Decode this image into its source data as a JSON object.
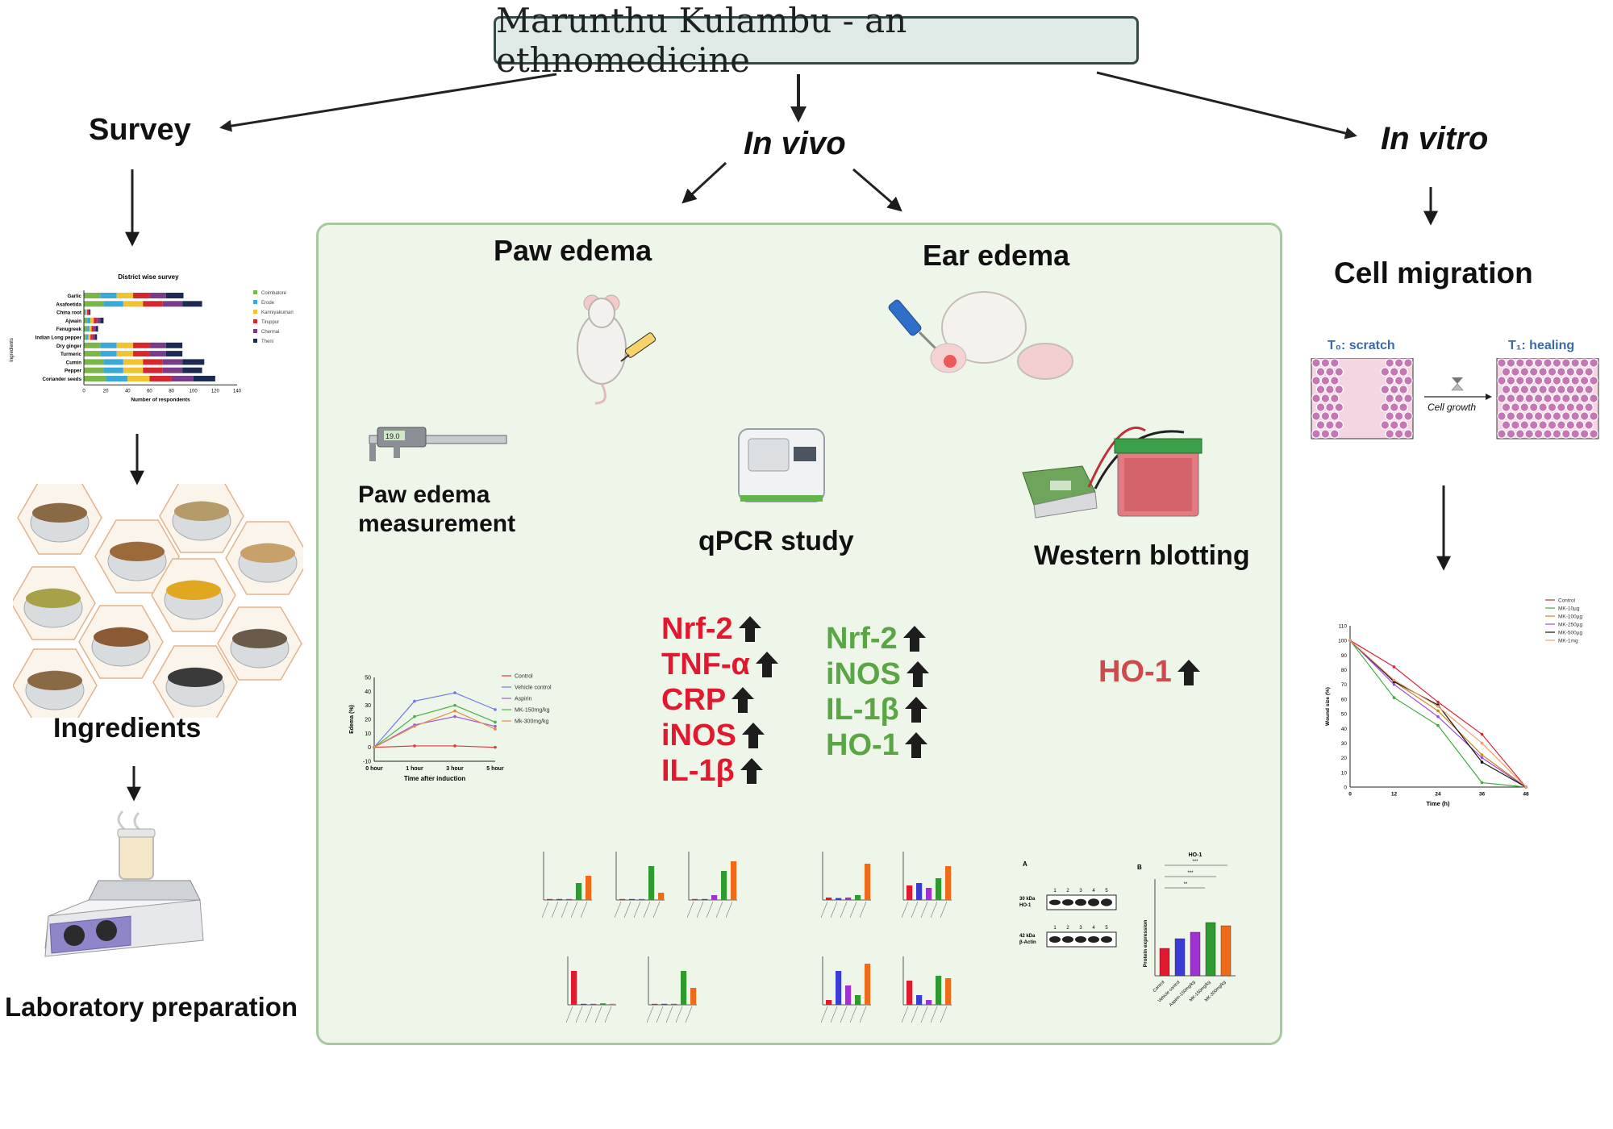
{
  "title": "Marunthu Kulambu - an ethnomedicine",
  "branches": {
    "survey": "Survey",
    "in_vivo": "In vivo",
    "in_vitro": "In vitro"
  },
  "survey": {
    "ingredients": "Ingredients",
    "lab_prep": "Laboratory preparation",
    "chart": {
      "title": "District wise survey",
      "xlabel": "Number of respondents",
      "ylabel": "Ingredients",
      "categories": [
        "Garlic",
        "Asafoetida",
        "China root",
        "Ajwain",
        "Fenugreek",
        "Indian Long pepper",
        "Dry ginger",
        "Turmeric",
        "Cumin",
        "Pepper",
        "Coriander seeds"
      ],
      "xticks": [
        "0",
        "20",
        "40",
        "60",
        "80",
        "100",
        "120",
        "140"
      ],
      "legend": [
        "Coimbatore",
        "Erode",
        "Kanniyakumari",
        "Tiruppur",
        "Chennai",
        "Theni"
      ],
      "colors": [
        "#7ab648",
        "#3aa8d8",
        "#f2c230",
        "#d8262f",
        "#7a3b8a",
        "#1d2a55"
      ]
    }
  },
  "in_vivo": {
    "paw_edema": "Paw edema",
    "ear_edema": "Ear edema",
    "paw_measure_line1": "Paw edema",
    "paw_measure_line2": "measurement",
    "qpcr": "qPCR study",
    "western": "Western blotting",
    "caliper_reading": "19.0",
    "paw_markers": [
      "Nrf-2",
      "TNF-α",
      "CRP",
      "iNOS",
      "IL-1β"
    ],
    "ear_markers": [
      "Nrf-2",
      "iNOS",
      "IL-1β",
      "HO-1"
    ],
    "wb_marker": "HO-1",
    "edema_chart": {
      "ylabel": "Edema (%)",
      "xlabel": "Time after induction",
      "x": [
        "0 hour",
        "1 hour",
        "3 hour",
        "5 hour"
      ],
      "yticks": [
        "50",
        "40",
        "30",
        "20",
        "10",
        "0",
        "-10"
      ],
      "ylim": [
        -10,
        50
      ],
      "series": [
        {
          "name": "Control",
          "color": "#e03a3a",
          "values": [
            0,
            1,
            1,
            0
          ]
        },
        {
          "name": "Vehicle control",
          "color": "#6f78e8",
          "values": [
            0,
            33,
            39,
            27
          ]
        },
        {
          "name": "Aspirin",
          "color": "#a05ad6",
          "values": [
            0,
            16,
            22,
            15
          ]
        },
        {
          "name": "MK-150mg/kg",
          "color": "#4db04a",
          "values": [
            0,
            22,
            30,
            18
          ]
        },
        {
          "name": "Mk-300mg/kg",
          "color": "#e58a4a",
          "values": [
            0,
            15,
            26,
            13
          ]
        }
      ]
    },
    "wb_panel": {
      "label_a": "A",
      "label_b": "B",
      "lanes": [
        "1",
        "2",
        "3",
        "4",
        "5"
      ],
      "row1": "30 kDa\nHO-1",
      "row2": "42 kDa\nβ-Actin",
      "chart_title": "HO-1",
      "ylabel": "Protein expression",
      "categories": [
        "Control",
        "Vehicle control",
        "Aspirin-150mg/kg",
        "MK-150mg/kg",
        "MK-300mg/kg"
      ],
      "values": [
        17,
        23,
        27,
        33,
        31
      ],
      "colors": [
        "#e0192f",
        "#3b3bd6",
        "#a033d0",
        "#2f9a2f",
        "#ef6b1a"
      ],
      "sig": [
        "***",
        "***",
        "**"
      ]
    }
  },
  "in_vitro": {
    "cell_migration": "Cell migration",
    "t0_label": "T₀: scratch",
    "t1_label": "T₁: healing",
    "growth_label": "Cell growth",
    "wound_chart": {
      "ylabel": "Wound size (%)",
      "xlabel": "Time (h)",
      "x": [
        "0",
        "12",
        "24",
        "36",
        "48"
      ],
      "yticks": [
        "110",
        "100",
        "90",
        "80",
        "70",
        "60",
        "50",
        "40",
        "30",
        "20",
        "10",
        "0"
      ],
      "ylim": [
        0,
        110
      ],
      "series": [
        {
          "name": "Control",
          "color": "#d8262f",
          "values": [
            100,
            82,
            58,
            36,
            0
          ]
        },
        {
          "name": "MK-10µg",
          "color": "#3fae3f",
          "values": [
            100,
            61,
            42,
            3,
            0
          ]
        },
        {
          "name": "MK-100µg",
          "color": "#c58a1a",
          "values": [
            100,
            72,
            52,
            22,
            0
          ]
        },
        {
          "name": "MK-250µg",
          "color": "#a04ad6",
          "values": [
            100,
            70,
            48,
            20,
            0
          ]
        },
        {
          "name": "MK-500µg",
          "color": "#111111",
          "values": [
            100,
            72,
            56,
            17,
            0
          ]
        },
        {
          "name": "MK-1mg",
          "color": "#f0a070",
          "values": [
            100,
            73,
            55,
            30,
            0
          ]
        }
      ]
    }
  },
  "chart_data": [
    {
      "type": "bar",
      "title": "District wise survey",
      "xlabel": "Number of respondents",
      "ylabel": "Ingredients",
      "categories": [
        "Garlic",
        "Asafoetida",
        "China root",
        "Ajwain",
        "Fenugreek",
        "Indian Long pepper",
        "Dry ginger",
        "Turmeric",
        "Cumin",
        "Pepper",
        "Coriander seeds"
      ],
      "series": [
        {
          "name": "Coimbatore",
          "values": [
            15,
            18,
            1,
            3,
            3,
            2,
            15,
            15,
            18,
            18,
            20
          ]
        },
        {
          "name": "Erode",
          "values": [
            15,
            18,
            1,
            3,
            2,
            2,
            15,
            15,
            18,
            18,
            20
          ]
        },
        {
          "name": "Kanniyakumari",
          "values": [
            15,
            18,
            1,
            3,
            2,
            2,
            15,
            15,
            18,
            18,
            20
          ]
        },
        {
          "name": "Tiruppur",
          "values": [
            15,
            18,
            1,
            3,
            2,
            2,
            15,
            15,
            18,
            18,
            20
          ]
        },
        {
          "name": "Chennai",
          "values": [
            15,
            18,
            1,
            3,
            2,
            2,
            15,
            15,
            18,
            18,
            20
          ]
        },
        {
          "name": "Theni",
          "values": [
            16,
            18,
            1,
            3,
            2,
            2,
            15,
            15,
            20,
            18,
            20
          ]
        }
      ],
      "xlim": [
        0,
        140
      ]
    },
    {
      "type": "line",
      "xlabel": "Time after induction",
      "ylabel": "Edema (%)",
      "x": [
        "0 hour",
        "1 hour",
        "3 hour",
        "5 hour"
      ],
      "ylim": [
        -10,
        50
      ],
      "series": [
        {
          "name": "Control",
          "values": [
            0,
            1,
            1,
            0
          ]
        },
        {
          "name": "Vehicle control",
          "values": [
            0,
            33,
            39,
            27
          ]
        },
        {
          "name": "Aspirin",
          "values": [
            0,
            16,
            22,
            15
          ]
        },
        {
          "name": "MK-150mg/kg",
          "values": [
            0,
            22,
            30,
            18
          ]
        },
        {
          "name": "Mk-300mg/kg",
          "values": [
            0,
            15,
            26,
            13
          ]
        }
      ]
    },
    {
      "type": "line",
      "xlabel": "Time (h)",
      "ylabel": "Wound size (%)",
      "x": [
        0,
        12,
        24,
        36,
        48
      ],
      "ylim": [
        0,
        110
      ],
      "series": [
        {
          "name": "Control",
          "values": [
            100,
            82,
            58,
            36,
            0
          ]
        },
        {
          "name": "MK-10µg",
          "values": [
            100,
            61,
            42,
            3,
            0
          ]
        },
        {
          "name": "MK-100µg",
          "values": [
            100,
            72,
            52,
            22,
            0
          ]
        },
        {
          "name": "MK-250µg",
          "values": [
            100,
            70,
            48,
            20,
            0
          ]
        },
        {
          "name": "MK-500µg",
          "values": [
            100,
            72,
            56,
            17,
            0
          ]
        },
        {
          "name": "MK-1mg",
          "values": [
            100,
            73,
            55,
            30,
            0
          ]
        }
      ]
    },
    {
      "type": "bar",
      "title": "HO-1",
      "ylabel": "Protein expression",
      "categories": [
        "Control",
        "Vehicle control",
        "Aspirin-150mg/kg",
        "MK-150mg/kg",
        "MK-300mg/kg"
      ],
      "values": [
        17,
        23,
        27,
        33,
        31
      ]
    }
  ]
}
